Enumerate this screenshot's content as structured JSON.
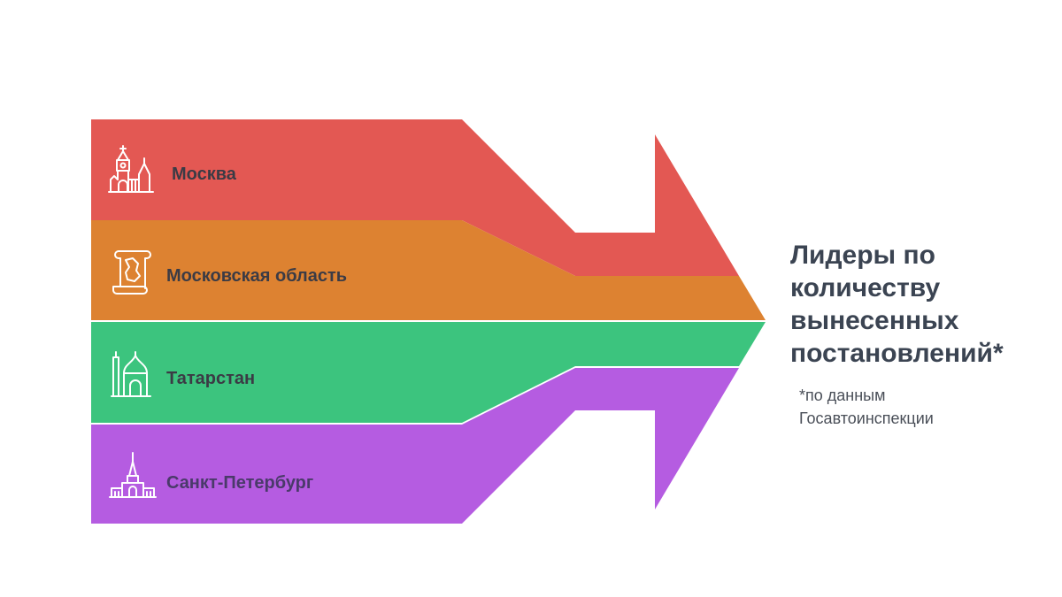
{
  "regions": [
    {
      "name": "Москва",
      "color": "#e35853",
      "icon": "kremlin-icon"
    },
    {
      "name": "Московская область",
      "color": "#dd8231",
      "icon": "map-scroll-icon"
    },
    {
      "name": "Татарстан",
      "color": "#3cc47e",
      "icon": "mosque-icon"
    },
    {
      "name": "Санкт-Петербург",
      "color": "#b55ce1",
      "icon": "admiralty-spire-icon"
    }
  ],
  "headline": [
    "Лидеры по",
    "количеству",
    "вынесенных",
    "постановлений*"
  ],
  "footnote": [
    "*по данным",
    "Госавтоинспекции"
  ]
}
